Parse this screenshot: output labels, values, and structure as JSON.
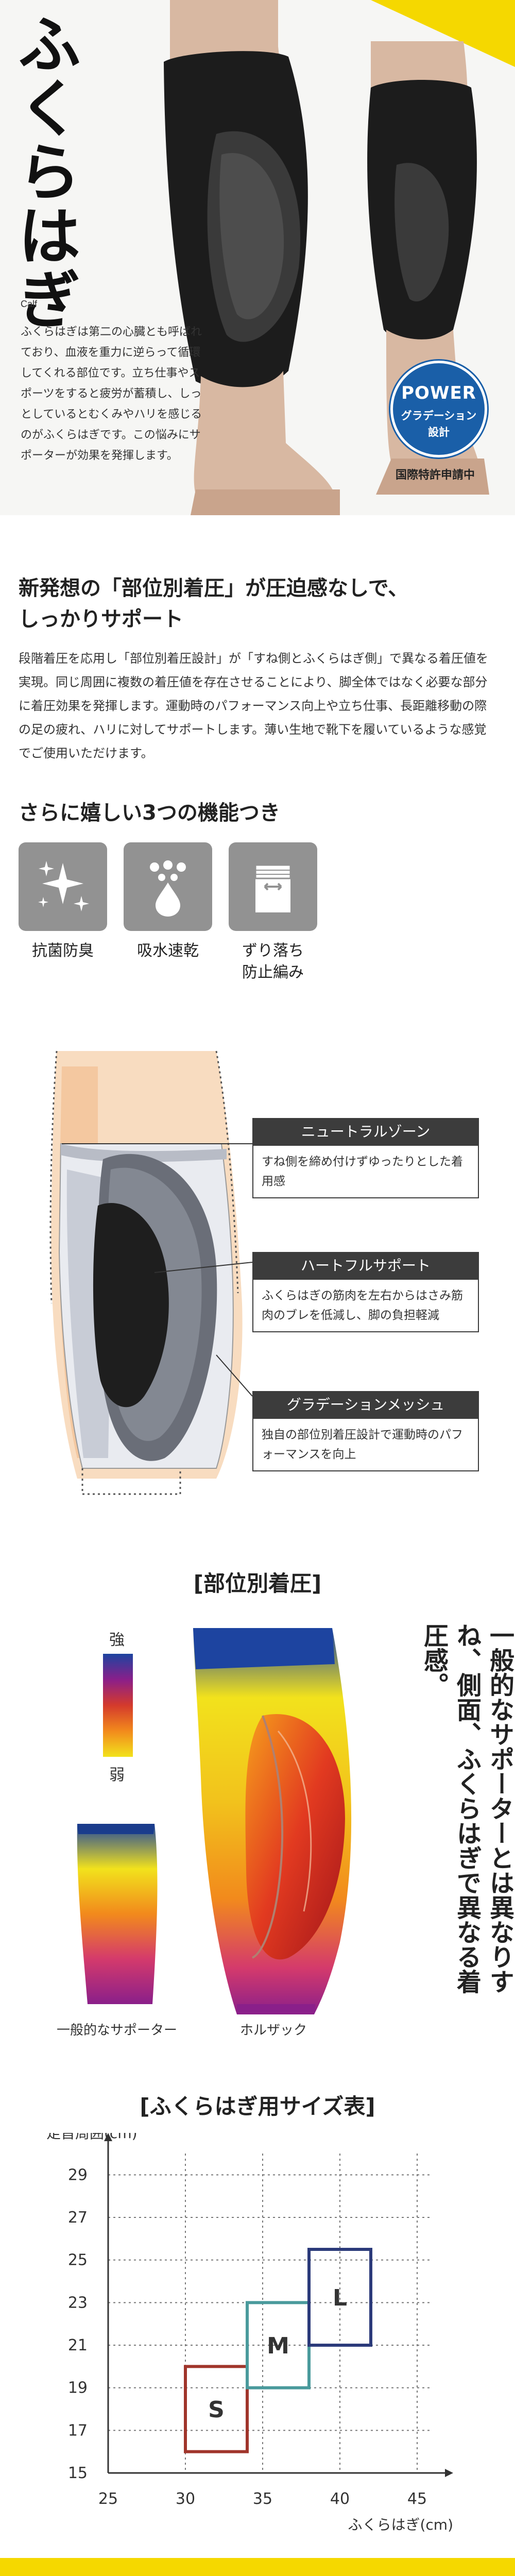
{
  "hero": {
    "title": "ふくらはぎ",
    "subtitle": "Calf",
    "description": "ふくらはぎは第二の心臓とも呼ばれており、血液を重力に逆らって循環してくれる部位です。立ち仕事やスポーツをすると疲労が蓄積し、しっとしているとむくみやハリを感じるのがふくらはぎです。この悩みにサポーターが効果を発揮します。",
    "badge": {
      "line1": "POWER",
      "line2": "グラデーション",
      "line3": "設計"
    },
    "patent": "国際特許申請中",
    "colors": {
      "accent": "#f5d800",
      "badge": "#1a5fa8"
    }
  },
  "intro": {
    "headline1": "新発想の「部位別着圧」が圧迫感なしで、",
    "headline2": "しっかりサポート",
    "body": "段階着圧を応用し「部位別着圧設計」が「すね側とふくらはぎ側」で異なる着圧値を実現。同じ周囲に複数の着圧値を存在させることにより、脚全体ではなく必要な部分に着圧効果を発揮します。運動時のパフォーマンス向上や立ち仕事、長距離移動の際の足の疲れ、ハリに対してサポートします。薄い生地で靴下を履いているような感覚でご使用いただけます。"
  },
  "features": {
    "title": "さらに嬉しい3つの機能つき",
    "items": [
      {
        "label": "抗菌防臭",
        "icon": "sparkle-icon"
      },
      {
        "label": "吸水速乾",
        "icon": "water-drop-icon"
      },
      {
        "label1": "ずり落ち",
        "label2": "防止編み",
        "icon": "band-icon"
      }
    ]
  },
  "zones": [
    {
      "title": "ニュートラルゾーン",
      "desc": "すね側を締め付けずゆったりとした着用感"
    },
    {
      "title": "ハートフルサポート",
      "desc": "ふくらはぎの筋肉を左右からはさみ筋肉のブレを低減し、脚の負担軽減"
    },
    {
      "title": "グラデーションメッシュ",
      "desc": "独自の部位別着圧設計で運動時のパフォーマンスを向上"
    }
  ],
  "pressure": {
    "title": "[部位別着圧]",
    "strong": "強",
    "weak": "弱",
    "caption_general": "一般的なサポーター",
    "caption_holzack": "ホルザック",
    "vertical": "一般的なサポーターとは異なりすね、側面、ふくらはぎで異なる着圧感。"
  },
  "size_chart": {
    "title": "[ふくらはぎ用サイズ表]",
    "ylabel": "足首周囲(cm)",
    "xlabel": "ふくらはぎ(cm)",
    "xticks": [
      "25",
      "30",
      "35",
      "40",
      "45"
    ],
    "yticks": [
      "15",
      "17",
      "19",
      "21",
      "23",
      "25",
      "27",
      "29"
    ],
    "xlim": [
      25,
      46
    ],
    "ylim": [
      15,
      30
    ],
    "sizes": [
      {
        "label": "S",
        "x": [
          30,
          34
        ],
        "y": [
          16,
          20
        ],
        "color": "#a0352b"
      },
      {
        "label": "M",
        "x": [
          34,
          38
        ],
        "y": [
          19,
          23
        ],
        "color": "#4a9a9c"
      },
      {
        "label": "L",
        "x": [
          38,
          42
        ],
        "y": [
          21,
          25.5
        ],
        "color": "#2b3a7a"
      }
    ]
  },
  "footer": {
    "color": "#f5d800"
  }
}
